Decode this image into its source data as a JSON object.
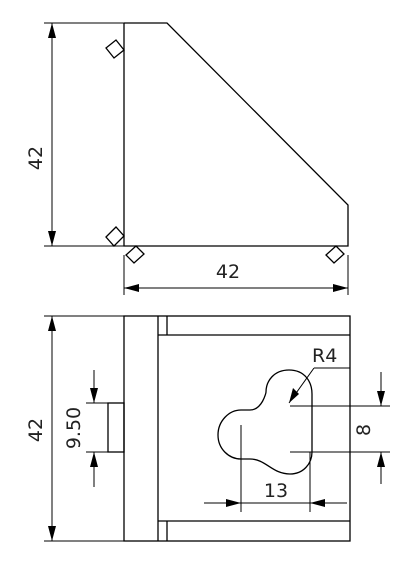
{
  "drawing": {
    "top_view": {
      "height_dim": "42",
      "width_dim": "42"
    },
    "front_view": {
      "height_dim": "42",
      "slot_height_dim": "9.50",
      "radius_dim": "R4",
      "keyhole_height_dim": "8",
      "keyhole_width_dim": "13"
    }
  }
}
